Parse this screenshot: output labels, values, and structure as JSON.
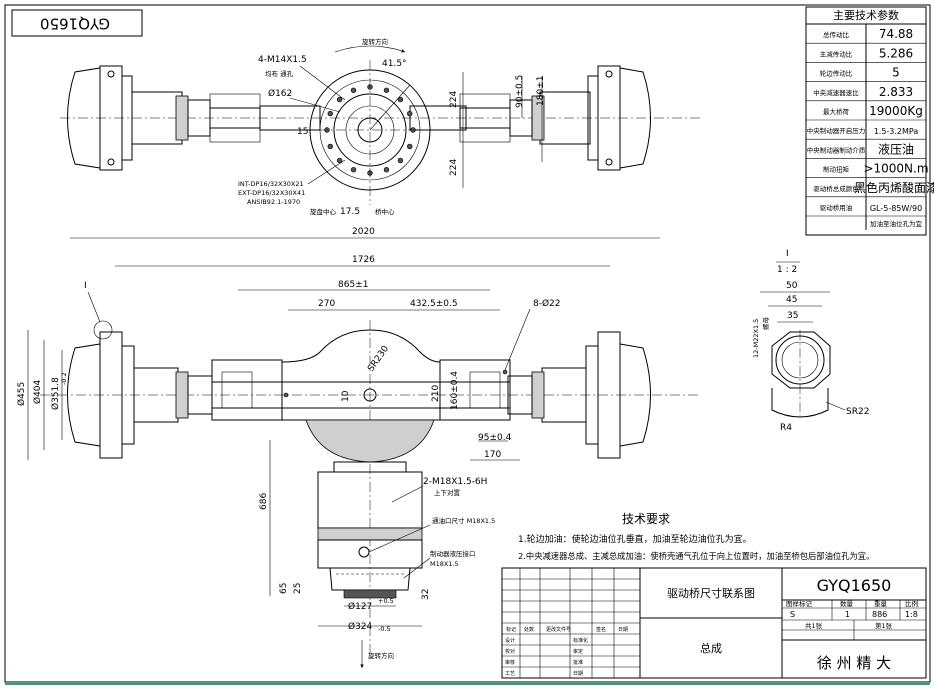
{
  "drawing_number_rotated": "GYQ1650",
  "params": {
    "title": "主要技术参数",
    "rows": [
      {
        "label": "总传动比",
        "value": "74.88"
      },
      {
        "label": "主减传动比",
        "value": "5.286"
      },
      {
        "label": "轮边传动比",
        "value": "5"
      },
      {
        "label": "中央减速器速比",
        "value": "2.833"
      },
      {
        "label": "最大桥荷",
        "value": "19000Kg"
      },
      {
        "label": "中央制动器开启压力",
        "value": "1.5-3.2MPa"
      },
      {
        "label": "中央制动器制动介质",
        "value": "液压油"
      },
      {
        "label": "制动扭矩",
        "value": ">1000N.m"
      },
      {
        "label": "驱动桥总成颜色",
        "value": "黑色丙烯酸面漆"
      },
      {
        "label": "驱动桥用油",
        "value": "GL-5-85W/90"
      }
    ],
    "oil_note": "加油至油位孔为宜"
  },
  "top_view": {
    "bolts": "4-M14X1.5",
    "bolts_note": "均布  通孔",
    "rotation": "旋转方向",
    "angle": "41.5°",
    "dia162": "Ø162",
    "d224a": "224",
    "d224b": "224",
    "d90": "90±0.5",
    "d180": "180±1",
    "d15": "15",
    "spline1": "INT-DP16/32X30X21",
    "spline2": "EXT-DP16/32X30X41",
    "spline3": "ANSIB92.1-1970",
    "center_label": "旋盘中心",
    "offset": "17.5",
    "axle_center": "桥中心"
  },
  "front_view": {
    "d2020": "2020",
    "d1726": "1726",
    "d865": "865±1",
    "d270": "270",
    "d4325": "432.5±0.5",
    "holes": "8-Ø22",
    "sr230": "SR230",
    "d10": "10",
    "d210": "210",
    "d160": "160±0.4",
    "d95": "95±0.4",
    "d170": "170",
    "d455": "Ø455",
    "d404": "Ø404",
    "d3518": "Ø351.8",
    "d3518_tol": "-0.2",
    "detail_ref": "I",
    "d686": "686",
    "d65": "65",
    "d25": "25",
    "d32": "32",
    "d127": "Ø127",
    "d127_tol": "+0.5",
    "d324": "Ø324",
    "d324_tol": "-0.5",
    "m18a": "2-M18X1.5-6H",
    "m18a_note": "上下对置",
    "m18b_note": "通油口尺寸 M18X1.5",
    "m18c_note": "制动器液压接口",
    "m18c": "M18X1.5",
    "rotation2": "旋转方向"
  },
  "detail": {
    "label": "I",
    "scale": "1 : 2",
    "d50": "50",
    "d45": "45",
    "d35": "35",
    "thread": "12-M22X1.5",
    "thread_note": "螺母",
    "sr22": "SR22",
    "r4": "R4"
  },
  "tech": {
    "title": "技术要求",
    "line1": "1.轮边加油：使轮边油位孔垂直，加油至轮边油位孔为宜。",
    "line2": "2.中央减速器总成、主减总成加油：使桥壳通气孔位于向上位置时，加油至桥包后部油位孔为宜。"
  },
  "title_block": {
    "name": "驱动桥尺寸联系图",
    "drawing_no": "GYQ1650",
    "assembly": "总成",
    "company": "徐  州  精  大",
    "stage_label": "图样标记",
    "qty_label": "数量",
    "weight_label": "重量",
    "scale_label": "比例",
    "stage": "S",
    "qty": "1",
    "weight": "886",
    "scale": "1:8",
    "sheets": "共1张",
    "sheet_no": "第1张",
    "rev_headers": [
      "标记",
      "处数",
      "更改文件号",
      "签名",
      "日期"
    ],
    "roles": [
      "设计",
      "校对",
      "审核",
      "工艺"
    ],
    "roles2": [
      "标准化",
      "审定",
      "批准",
      "日期"
    ]
  },
  "_icons": [
    "center-cross-icon"
  ],
  "_colors": {
    "line": "#000000",
    "hatch": "#cfcfcf",
    "paper": "#ffffff"
  }
}
